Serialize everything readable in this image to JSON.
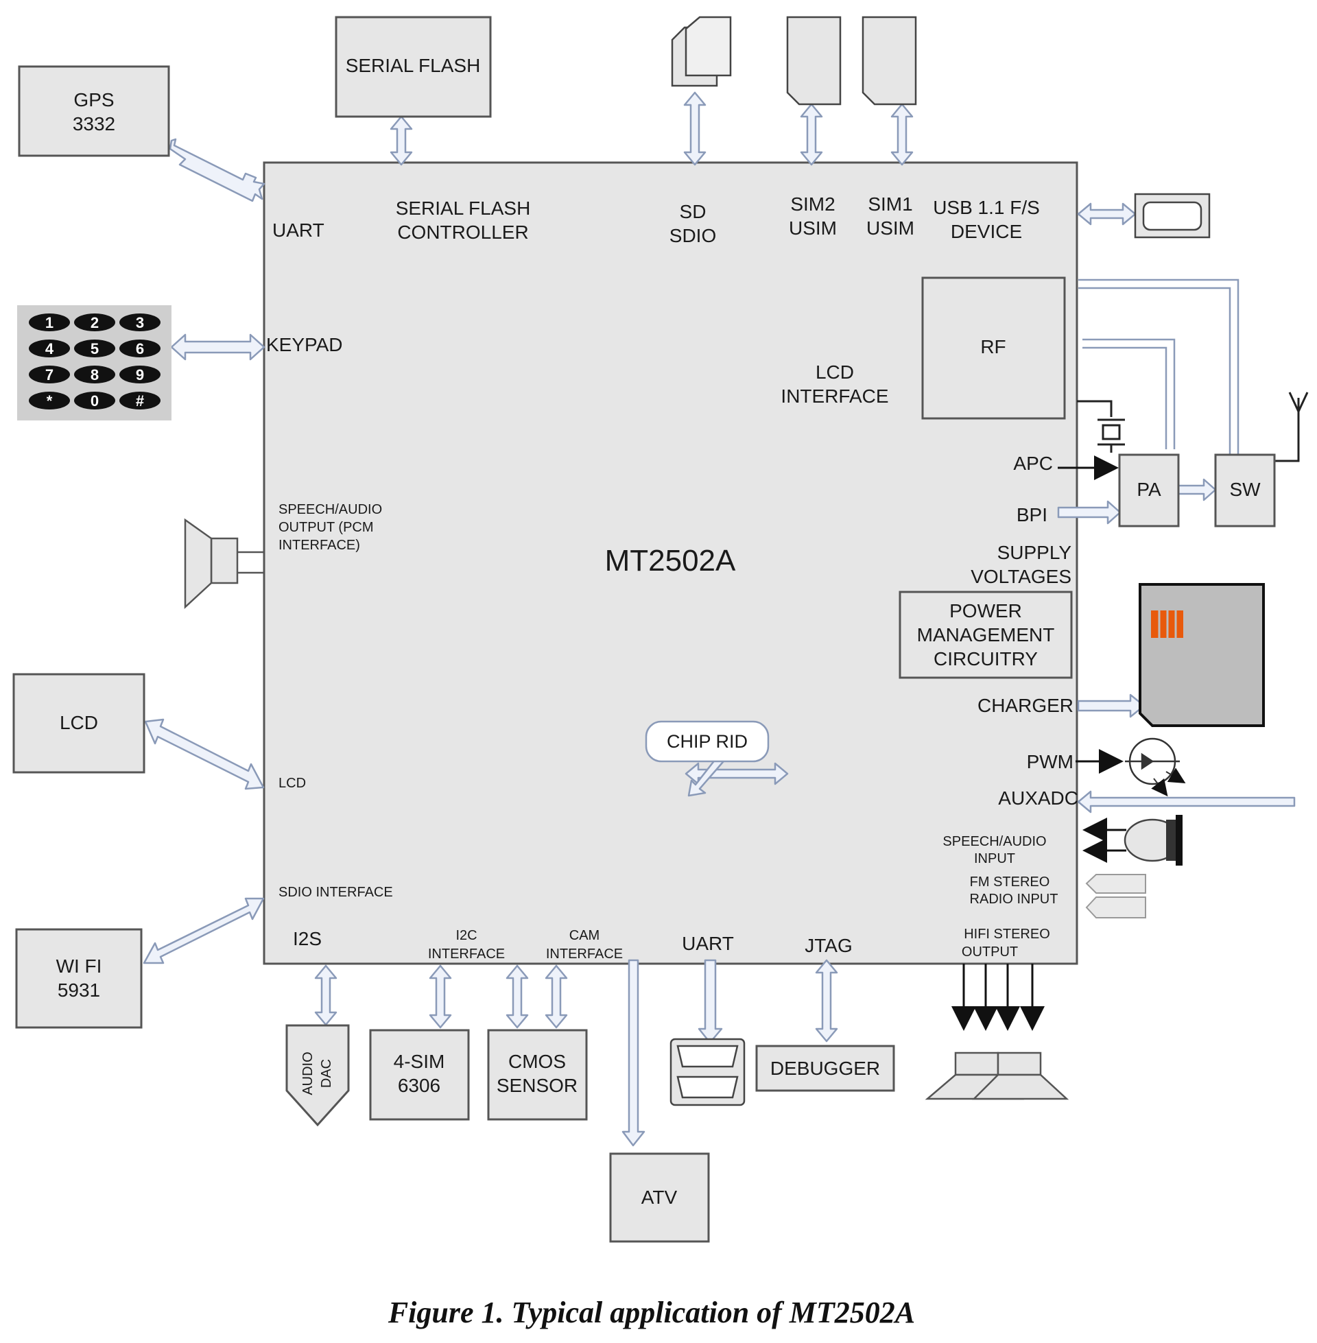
{
  "main_chip": "MT2502A",
  "external": {
    "gps": [
      "GPS",
      "3332"
    ],
    "serial_flash": "SERIAL FLASH",
    "lcd": "LCD",
    "wifi": [
      "WI FI",
      "5931"
    ],
    "rf": "RF",
    "pa": "PA",
    "sw": "SW",
    "audio_dac": [
      "AUDIO",
      "DAC"
    ],
    "sim_4": [
      "4-SIM",
      "6306"
    ],
    "cmos": [
      "CMOS",
      "SENSOR"
    ],
    "atv": "ATV",
    "debugger": "DEBUGGER"
  },
  "keypad_keys": [
    "1",
    "2",
    "3",
    "4",
    "5",
    "6",
    "7",
    "8",
    "9",
    "*",
    "0",
    "#"
  ],
  "interfaces": {
    "uart_top": "UART",
    "serial_flash_ctrl": [
      "SERIAL FLASH",
      "CONTROLLER"
    ],
    "sd": [
      "SD",
      "SDIO"
    ],
    "sim2": [
      "SIM2",
      "USIM"
    ],
    "sim1": [
      "SIM1",
      "USIM"
    ],
    "usb": [
      "USB 1.1 F/S",
      "DEVICE"
    ],
    "keypad": "KEYPAD",
    "lcd_interface": [
      "LCD",
      "INTERFACE"
    ],
    "apc": "APC",
    "bpi": "BPI",
    "speech_out": [
      "SPEECH/AUDIO",
      "OUTPUT (PCM",
      "INTERFACE)"
    ],
    "supply": [
      "SUPPLY",
      "VOLTAGES"
    ],
    "pmu": [
      "POWER",
      "MANAGEMENT",
      "CIRCUITRY"
    ],
    "charger": "CHARGER",
    "chip_rid": "CHIP RID",
    "pwm": "PWM",
    "lcd_left": "LCD",
    "auxadc": "AUXADC",
    "speech_in": [
      "SPEECH/AUDIO",
      "INPUT"
    ],
    "fm": [
      "FM STEREO",
      "RADIO INPUT"
    ],
    "sdio_interface": "SDIO INTERFACE",
    "i2s": "I2S",
    "i2c": [
      "I2C",
      "INTERFACE"
    ],
    "cam": [
      "CAM",
      "INTERFACE"
    ],
    "uart_bottom": "UART",
    "jtag": "JTAG",
    "hifi": [
      "HIFI STEREO",
      "OUTPUT"
    ]
  },
  "caption": "Figure 1. Typical application of MT2502A",
  "colors": {
    "box_fill": "#e6e6e6",
    "arrow_fill": "#eef2fa",
    "arrow_stroke": "#8a9ab8",
    "battery_stripe": "#e85a0c",
    "battery_body": "#bdbdbd"
  }
}
